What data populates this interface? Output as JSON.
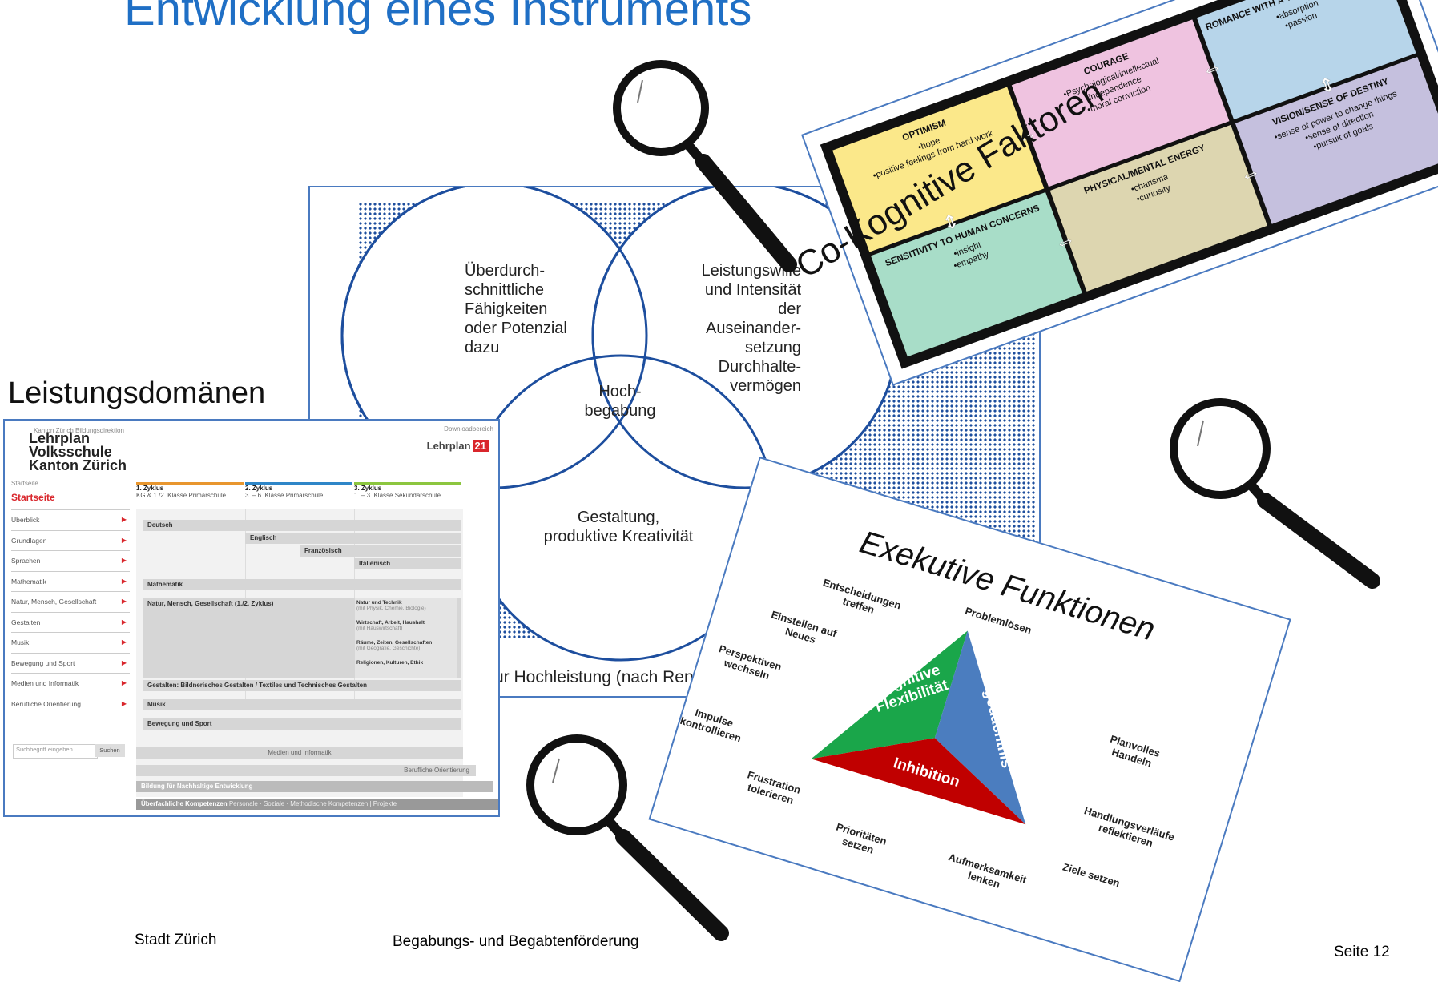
{
  "slide": {
    "title": "Entwicklung eines Instruments",
    "footer_left": "Stadt Zürich",
    "footer_center": "Begabungs- und Begabtenförderung",
    "footer_right": "Seite 12"
  },
  "labels": {
    "leistungsdomaenen": "Leistungsdomänen",
    "cokognitive": "Co-Kognitive Faktoren"
  },
  "renzulli": {
    "circle_left": "Überdurch-\nschnittliche\nFähigkeiten\noder Potenzial\ndazu",
    "circle_right": "Leistungswille\nund Intensität\nder\nAuseinander-\nsetzung\nDurchhalte-\nvermögen",
    "center": "Hoch-\nbegabung",
    "circle_bottom": "Gestaltung,\nproduktive Kreativität",
    "caption": "ur Hochleistung (nach Renzulli 1978, S"
  },
  "lehrplan": {
    "logo_top": "Kanton Zürich Bildungsdirektion",
    "logo": "Lehrplan\nVolksschule\nKanton Zürich",
    "download": "Downloadbereich",
    "badge_text": "Lehrplan",
    "badge_num": "21",
    "breadcrumb": "Startseite",
    "start": "Startseite",
    "nav": [
      "Überblick",
      "Grundlagen",
      "Sprachen",
      "Mathematik",
      "Natur, Mensch, Gesellschaft",
      "Gestalten",
      "Musik",
      "Bewegung und Sport",
      "Medien und Informatik",
      "Berufliche Orientierung"
    ],
    "search_placeholder": "Suchbegriff eingeben",
    "search_button": "Suchen",
    "zyklen": [
      {
        "name": "1. Zyklus",
        "desc": "KG & 1./2. Klasse Primarschule",
        "color": "#e8962e"
      },
      {
        "name": "2. Zyklus",
        "desc": "3. – 6. Klasse Primarschule",
        "color": "#2e86c8"
      },
      {
        "name": "3. Zyklus",
        "desc": "1. – 3. Klasse Sekundarschule",
        "color": "#8cc63f"
      }
    ],
    "subjects": {
      "deutsch": "Deutsch",
      "englisch": "Englisch",
      "franzoesisch": "Französisch",
      "italienisch": "Italienisch",
      "mathematik": "Mathematik",
      "nmg": "Natur, Mensch, Gesellschaft (1./2. Zyklus)",
      "gestalten": "Gestalten: Bildnerisches Gestalten / Textiles und Technisches Gestalten",
      "musik": "Musik",
      "sport": "Bewegung und Sport",
      "medien": "Medien und Informatik",
      "berufliche": "Berufliche Orientierung",
      "bne": "Bildung für Nachhaltige Entwicklung",
      "ueberfachlich": "Überfachliche Kompetenzen",
      "ueberfachlich_sub": "Personale · Soziale · Methodische Kompetenzen | Projekte"
    },
    "nmg_sub": [
      {
        "title": "Natur und Technik",
        "note": "(mit Physik, Chemie, Biologie)"
      },
      {
        "title": "Wirtschaft, Arbeit, Haushalt",
        "note": "(mit Hauswirtschaft)"
      },
      {
        "title": "Räume, Zeiten, Gesellschaften",
        "note": "(mit Geografie, Geschichte)"
      },
      {
        "title": "Religionen, Kulturen, Ethik",
        "note": ""
      }
    ]
  },
  "cokognitive": {
    "cells": [
      {
        "title": "OPTIMISM",
        "points": "•hope\n•positive feelings from hard work",
        "color": "#fbe88a"
      },
      {
        "title": "COURAGE",
        "points": "•Psychological/intellectual\nindependence\n•moral conviction",
        "color": "#efc3e0"
      },
      {
        "title": "ROMANCE WITH A TOPIC OR DISCIPLINE",
        "points": "•absorption\n•passion",
        "color": "#b7d5ea"
      },
      {
        "title": "SENSITIVITY TO HUMAN CONCERNS",
        "points": "•insight\n•empathy",
        "color": "#a8ddc8"
      },
      {
        "title": "PHYSICAL/MENTAL ENERGY",
        "points": "•charisma\n•curiosity",
        "color": "#ddd6b0"
      },
      {
        "title": "VISION/SENSE OF DESTINY",
        "points": "•sense of power to change things\n•sense of direction\n•pursuit of goals",
        "color": "#c5c0de"
      }
    ]
  },
  "exekutive": {
    "title": "Exekutive Funktionen",
    "triangle": {
      "green": "Kognitive\nFlexibilität",
      "blue": "Arbeits-\ngedächtnis",
      "red": "Inhibition",
      "colors": {
        "green": "#1aa64a",
        "blue": "#4b7dbf",
        "red": "#c00000"
      }
    },
    "items": [
      "Entscheidungen\ntreffen",
      "Problemlösen",
      "Einstellen auf\nNeues",
      "Planvolles\nHandeln",
      "Perspektiven\nwechseln",
      "Handlungsverläufe\nreflektieren",
      "Impulse\nkontrollieren",
      "Frustration\ntolerieren",
      "Prioritäten\nsetzen",
      "Aufmerksamkeit\nlenken",
      "Ziele setzen"
    ]
  },
  "icons": [
    "magnifier-icon",
    "magnifier-icon",
    "magnifier-icon"
  ]
}
